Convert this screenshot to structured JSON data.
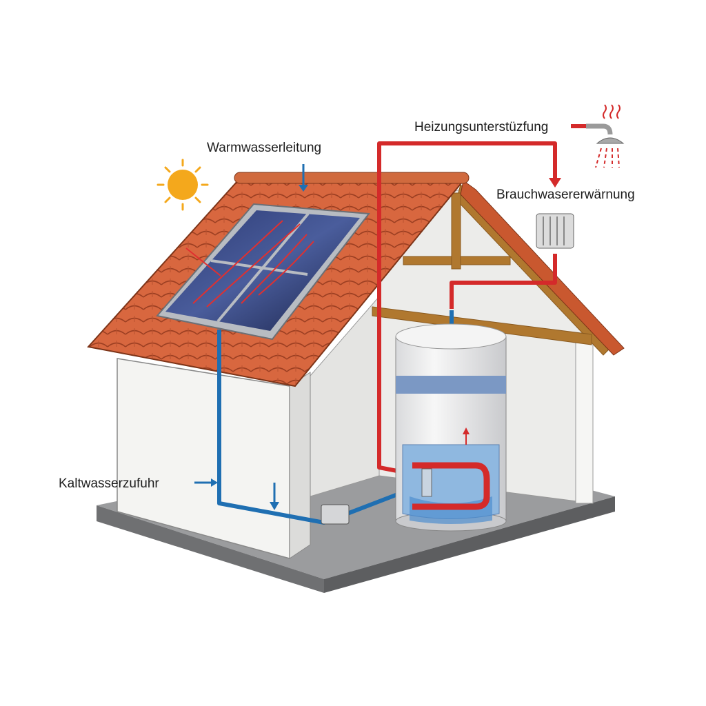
{
  "labels": {
    "warmwasser": "Warmwasserleitung",
    "heizung": "Heizungsunterstüzfung",
    "brauchwasser": "Brauchwasererwärnung",
    "kaltwasser": "Kaltwasserzufuhr"
  },
  "colors": {
    "hot_pipe": "#d42a2a",
    "cold_pipe": "#1f6fb2",
    "roof_tile": "#d8673f",
    "sun": "#f4a81c",
    "panel": "#1e2a55",
    "wall": "#f2f2f0",
    "timber": "#b0782f"
  },
  "icons": [
    "sun-icon",
    "shower-icon",
    "radiator-icon",
    "solar-panel",
    "storage-tank"
  ]
}
